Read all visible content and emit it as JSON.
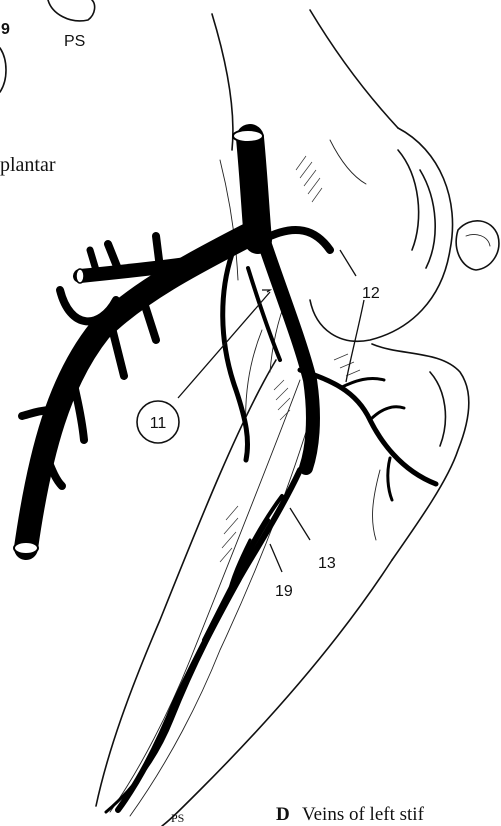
{
  "labels": {
    "label_9": "9",
    "initials_top": "PS",
    "plantar": "plantar",
    "label_11": "11",
    "label_12": "12",
    "label_13": "13",
    "label_19": "19",
    "caption_letter": "D",
    "caption_text": "Veins of left stif",
    "initials_bottom": "PS"
  }
}
